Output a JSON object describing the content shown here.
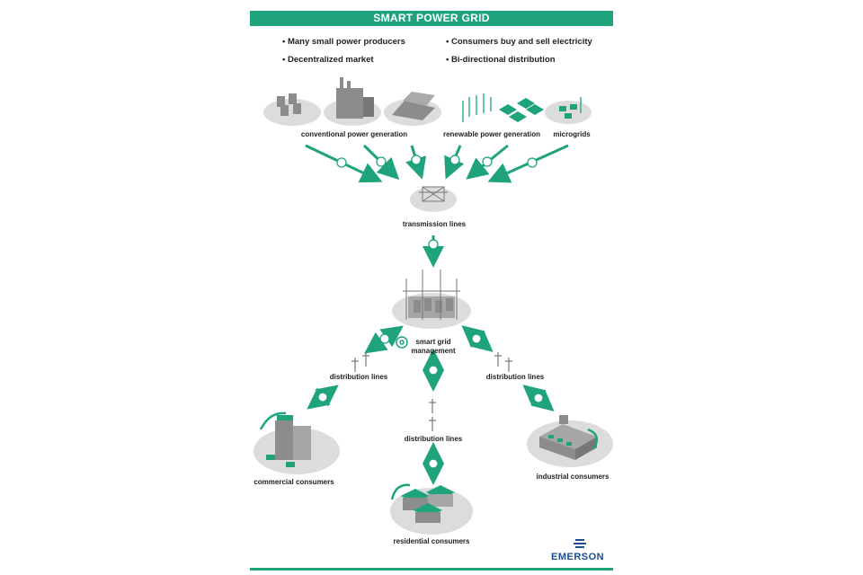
{
  "title": "SMART POWER GRID",
  "bullets": {
    "left": [
      "Many small power producers",
      "Decentralized market"
    ],
    "right": [
      "Consumers buy and sell electricity",
      "Bi-directional distribution"
    ]
  },
  "labels": {
    "conventional": "conventional power generation",
    "renewable": "renewable power generation",
    "microgrids": "microgrids",
    "transmission": "transmission lines",
    "management_line1": "smart grid",
    "management_line2": "management",
    "distribution_left": "distribution lines",
    "distribution_center": "distribution lines",
    "distribution_right": "distribution lines",
    "commercial": "commercial consumers",
    "residential": "residential consumers",
    "industrial": "industrial consumers"
  },
  "brand": {
    "name": "EMERSON",
    "color": "#1b4f8c"
  },
  "colors": {
    "accent": "#1ea37d",
    "ground": "#d9d9d9",
    "building": "#8c8c8c"
  }
}
